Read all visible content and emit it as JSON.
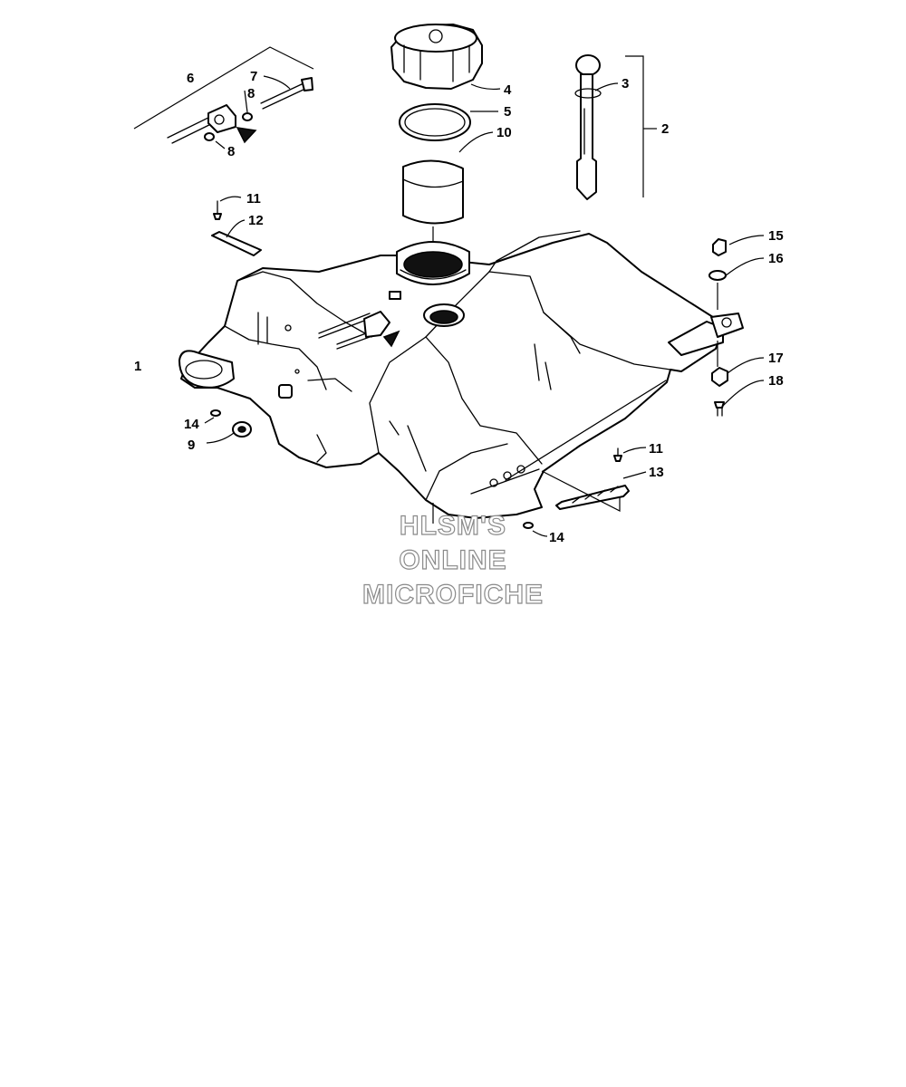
{
  "callouts": {
    "c1": "1",
    "c2": "2",
    "c3": "3",
    "c4": "4",
    "c5": "5",
    "c6": "6",
    "c7": "7",
    "c8a": "8",
    "c8b": "8",
    "c9": "9",
    "c10": "10",
    "c11a": "11",
    "c11b": "11",
    "c12": "12",
    "c13": "13",
    "c14a": "14",
    "c14b": "14",
    "c15": "15",
    "c16": "16",
    "c17": "17",
    "c18": "18"
  },
  "watermark": {
    "line1": "HLSM'S",
    "line2": "ONLINE",
    "line3": "MICROFICHE"
  },
  "colors": {
    "ink": "#000000",
    "watermark_outline": "#8a8a8a",
    "background": "#ffffff"
  }
}
